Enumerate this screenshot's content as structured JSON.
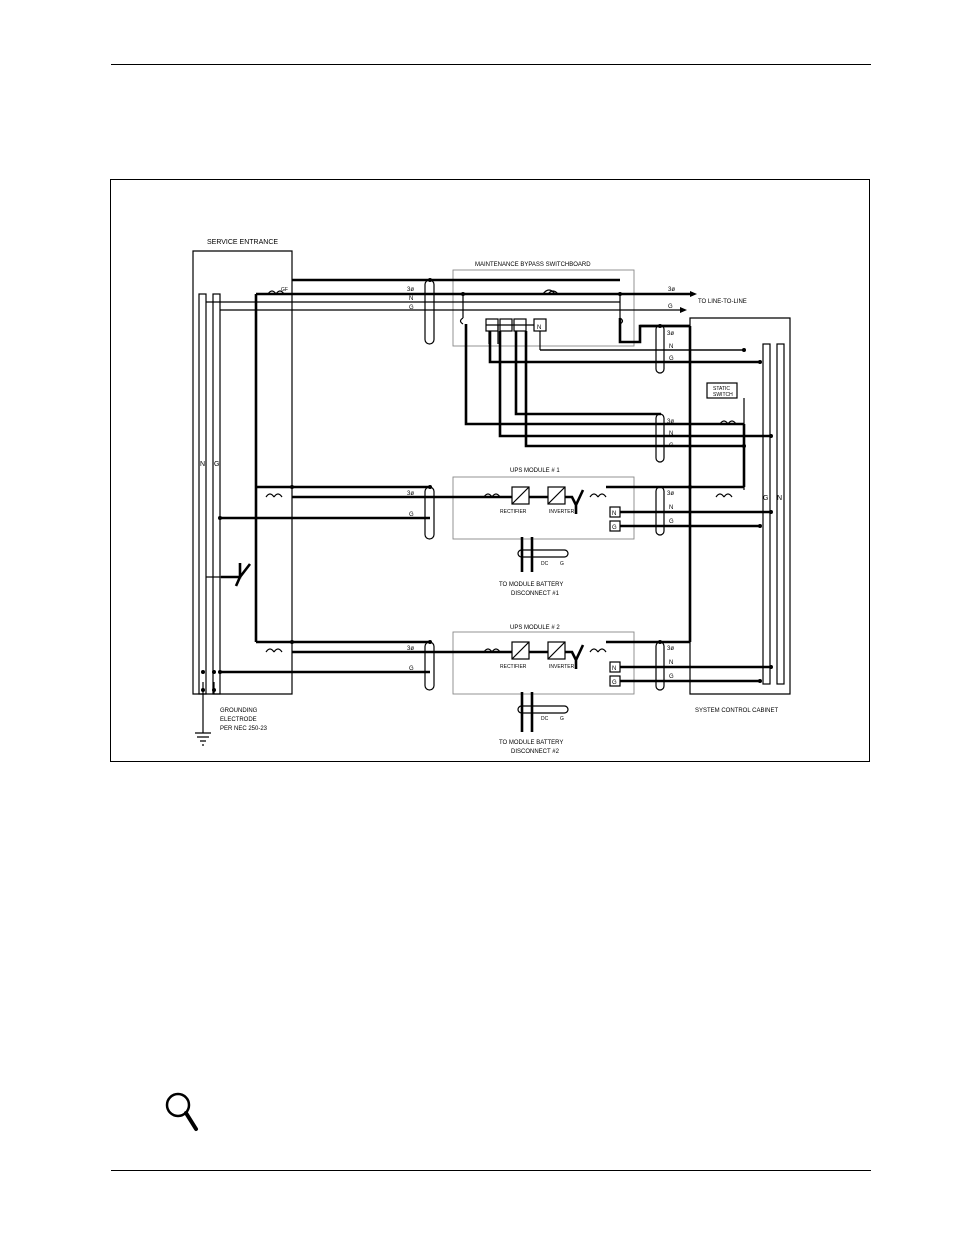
{
  "diagram": {
    "service_entrance": "SERVICE ENTRANCE",
    "maintenance_bypass": "MAINTENANCE BYPASS SWITCHBOARD",
    "to_line": "TO LINE-TO-LINE",
    "three_phase": "3ø",
    "n": "N",
    "g": "G",
    "static_switch_1": "STATIC",
    "static_switch_2": "SWITCH",
    "ups1_title": "UPS MODULE # 1",
    "ups2_title": "UPS MODULE # 2",
    "rectifier": "RECTIFIER",
    "inverter": "INVERTER",
    "dc": "DC",
    "battery1_line1": "TO MODULE BATTERY",
    "battery1_line2": "DISCONNECT #1",
    "battery2_line1": "TO MODULE BATTERY",
    "battery2_line2": "DISCONNECT #2",
    "grounding_line1": "GROUNDING",
    "grounding_line2": "ELECTRODE",
    "grounding_line3": "PER NEC 250-23",
    "system_control_cabinet": "SYSTEM CONTROL CABINET"
  },
  "icons": {
    "note": "magnifier-icon"
  }
}
